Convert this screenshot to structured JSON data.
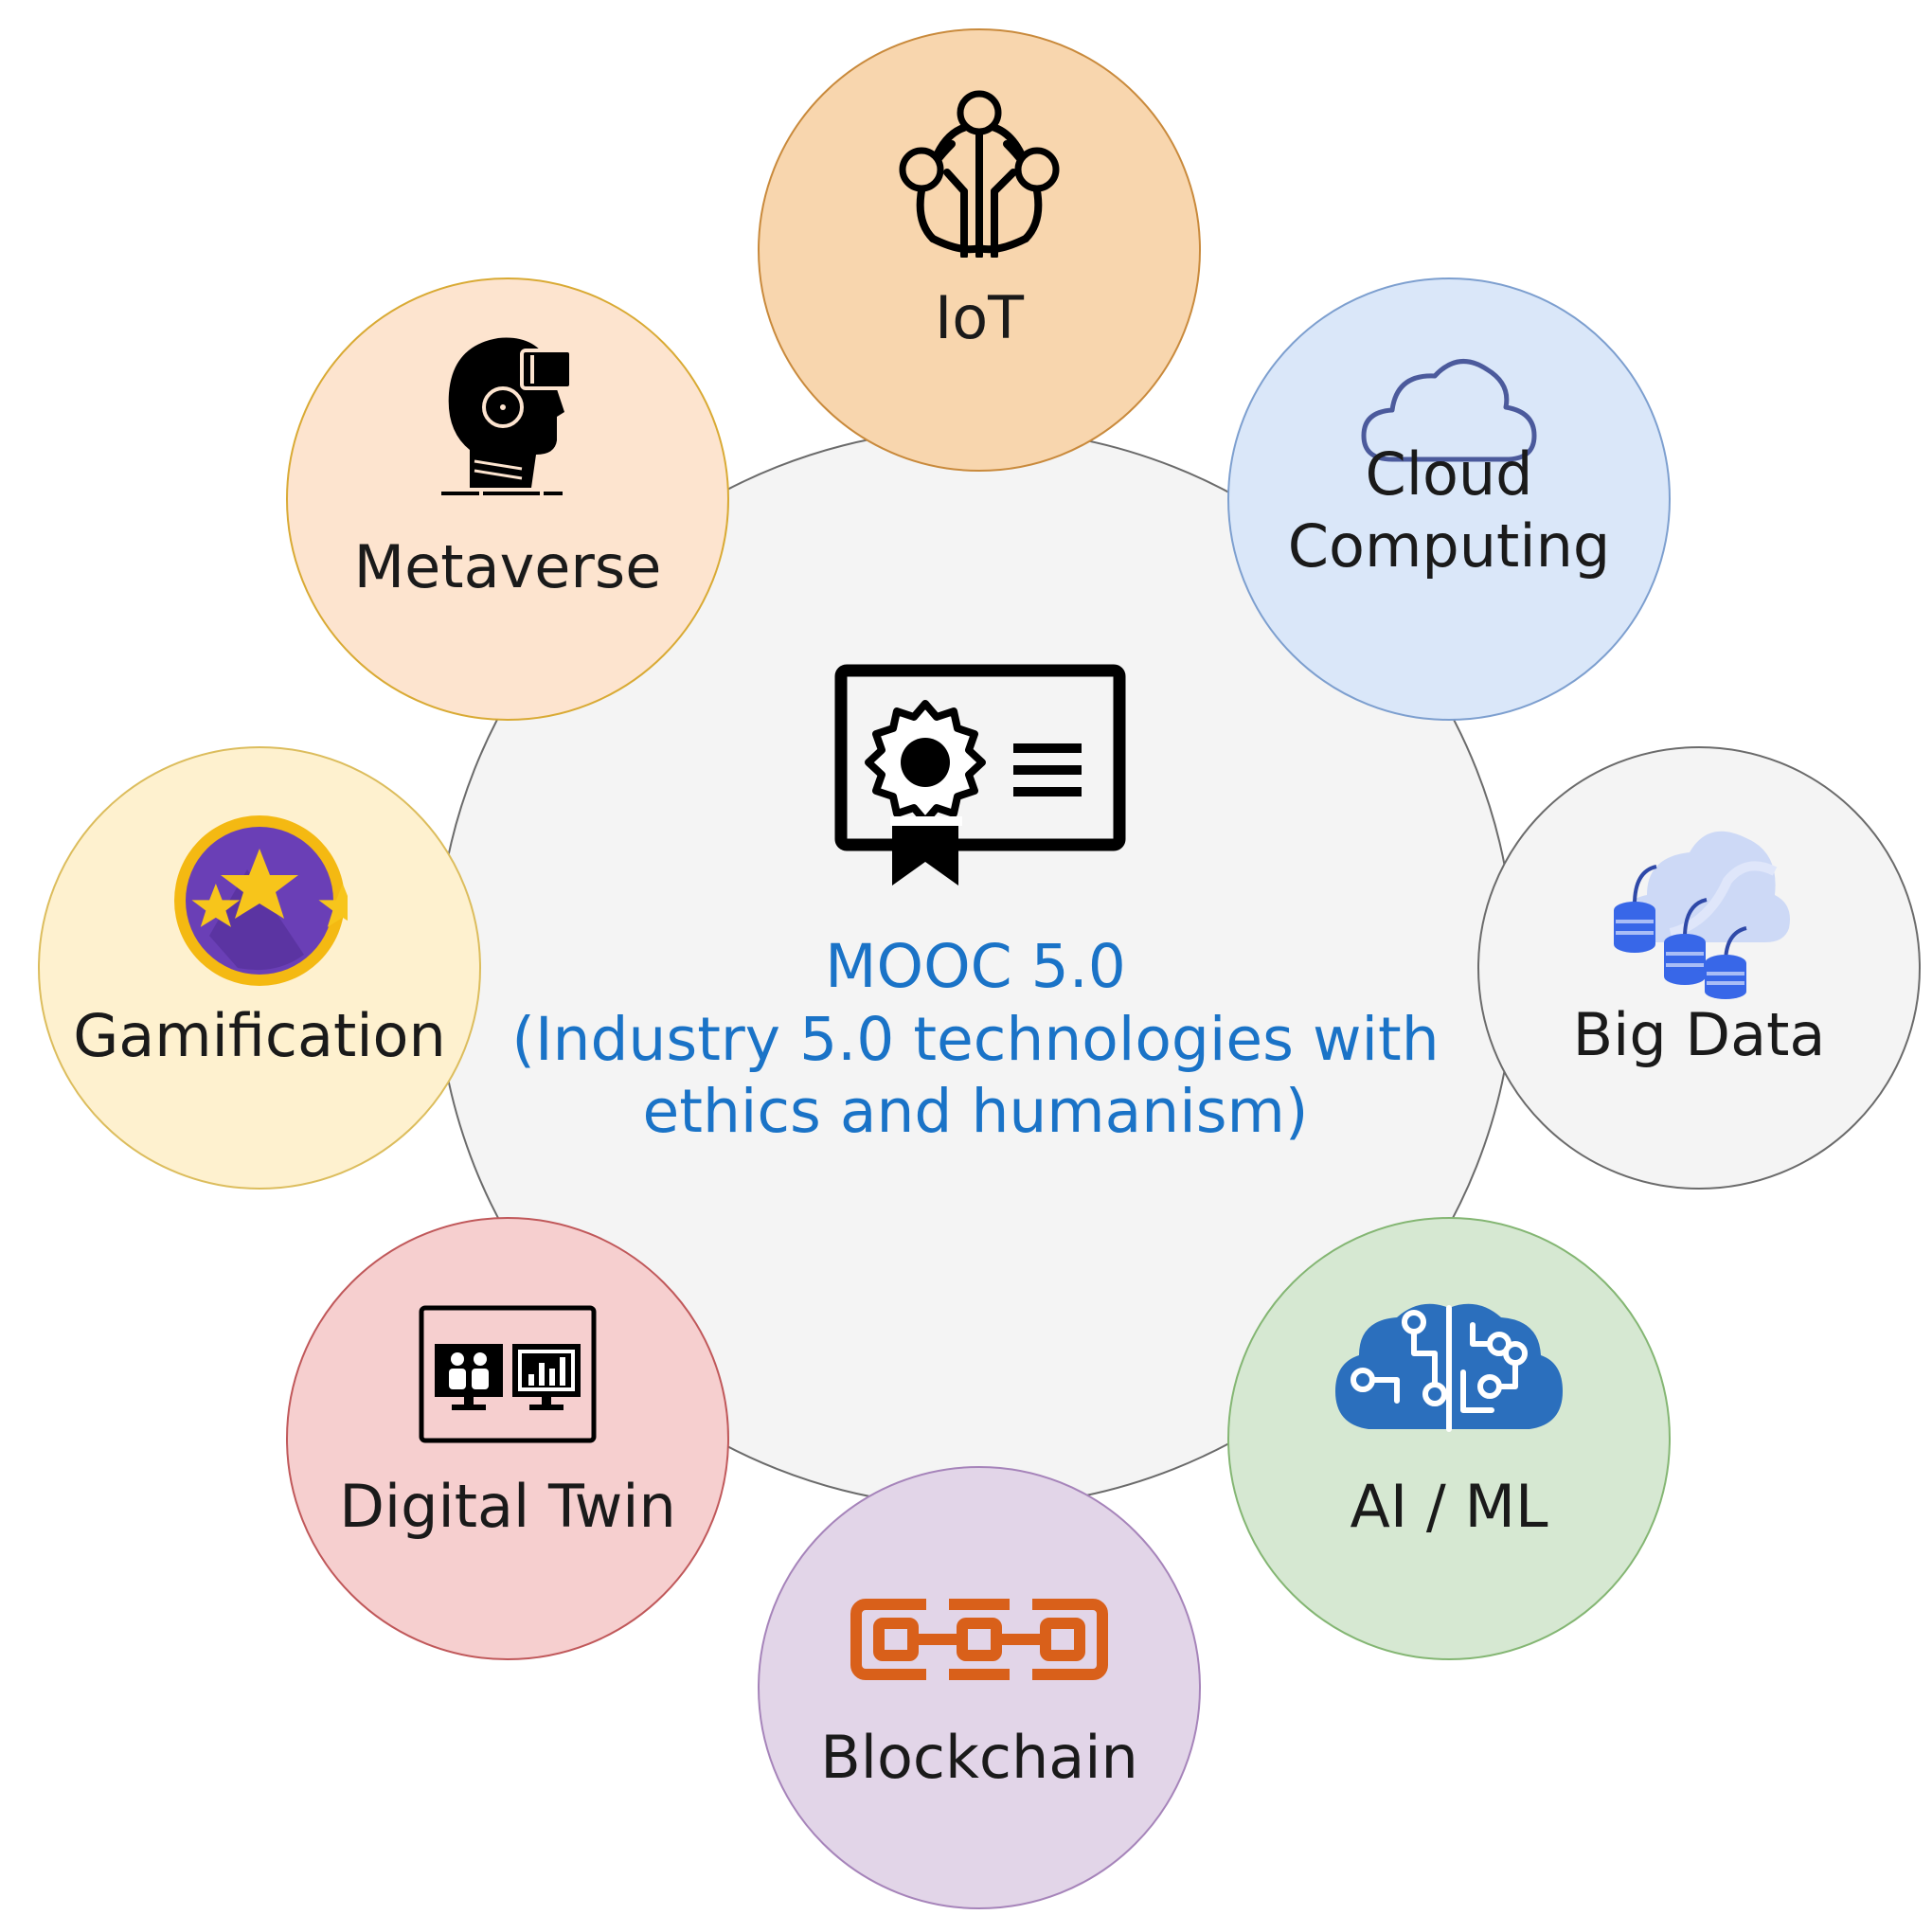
{
  "hub": {
    "title": "MOOC 5.0",
    "subtitle": "(Industry 5.0 technologies with ethics and humanism)",
    "icon": "certificate-icon",
    "text_color": "#1a73c7",
    "fill": "#f4f4f4",
    "stroke": "#6b6b6b"
  },
  "nodes": [
    {
      "label": "IoT",
      "icon": "iot-circuit-icon",
      "fill": "#f8d6ae",
      "stroke": "#c98a3c"
    },
    {
      "label": "Cloud Computing",
      "icon": "cloud-icon",
      "fill": "#dae7f9",
      "stroke": "#7d9fcf"
    },
    {
      "label": "Big Data",
      "icon": "big-data-icon",
      "fill": "#f4f4f4",
      "stroke": "#6b6b6b"
    },
    {
      "label": "AI / ML",
      "icon": "ai-brain-icon",
      "fill": "#d6e8d2",
      "stroke": "#84b673"
    },
    {
      "label": "Blockchain",
      "icon": "chain-icon",
      "fill": "#e2d5e8",
      "stroke": "#a684ba"
    },
    {
      "label": "Digital Twin",
      "icon": "digital-twin-icon",
      "fill": "#f6cfcf",
      "stroke": "#c0585a"
    },
    {
      "label": "Gamification",
      "icon": "gamification-badge-icon",
      "fill": "#fef1cf",
      "stroke": "#dcbd5d"
    },
    {
      "label": "Metaverse",
      "icon": "vr-headset-icon",
      "fill": "#fde4cf",
      "stroke": "#d9aa34"
    }
  ]
}
